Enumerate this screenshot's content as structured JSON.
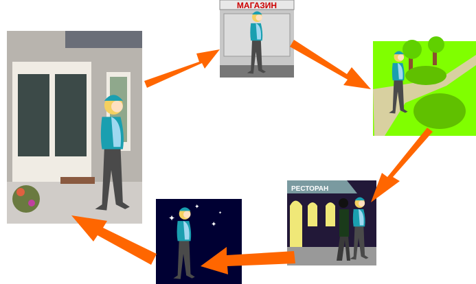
{
  "scenes": {
    "home": {
      "label": "home"
    },
    "shop": {
      "sign": "МАГАЗИН"
    },
    "park": {
      "label": "park"
    },
    "restaurant": {
      "sign": "РЕСТОРАН"
    },
    "night": {
      "label": "night"
    }
  },
  "colors": {
    "arrow": "#ff6600",
    "shop_sign": "#cc0000",
    "park_grass": "#80ff00",
    "night_sky": "#000033"
  }
}
